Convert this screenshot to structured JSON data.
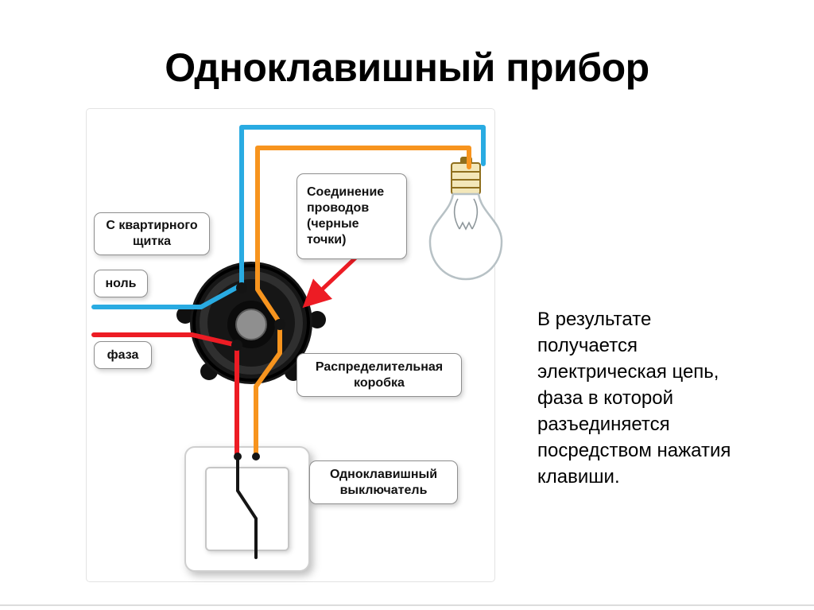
{
  "title": "Одноклавишный прибор",
  "diagram": {
    "labels": {
      "panel_source": "С квартирного\nщитка",
      "neutral": "ноль",
      "phase": "фаза",
      "connection": "Соединение\nпроводов\n(черные\nточки)",
      "junction_box": "Распределительная\nкоробка",
      "switch": "Одноклавишный\nвыключатель"
    }
  },
  "description": "В результате\nполучается\nэлектрическая цепь,\nфаза в которой\nразъединяется\nпосредством нажатия\nклавиши.",
  "colors": {
    "neutral_wire": "#29abe2",
    "phase_wire": "#ed1c24",
    "switched_wire": "#f7941e",
    "arrow": "#ed1c24"
  }
}
